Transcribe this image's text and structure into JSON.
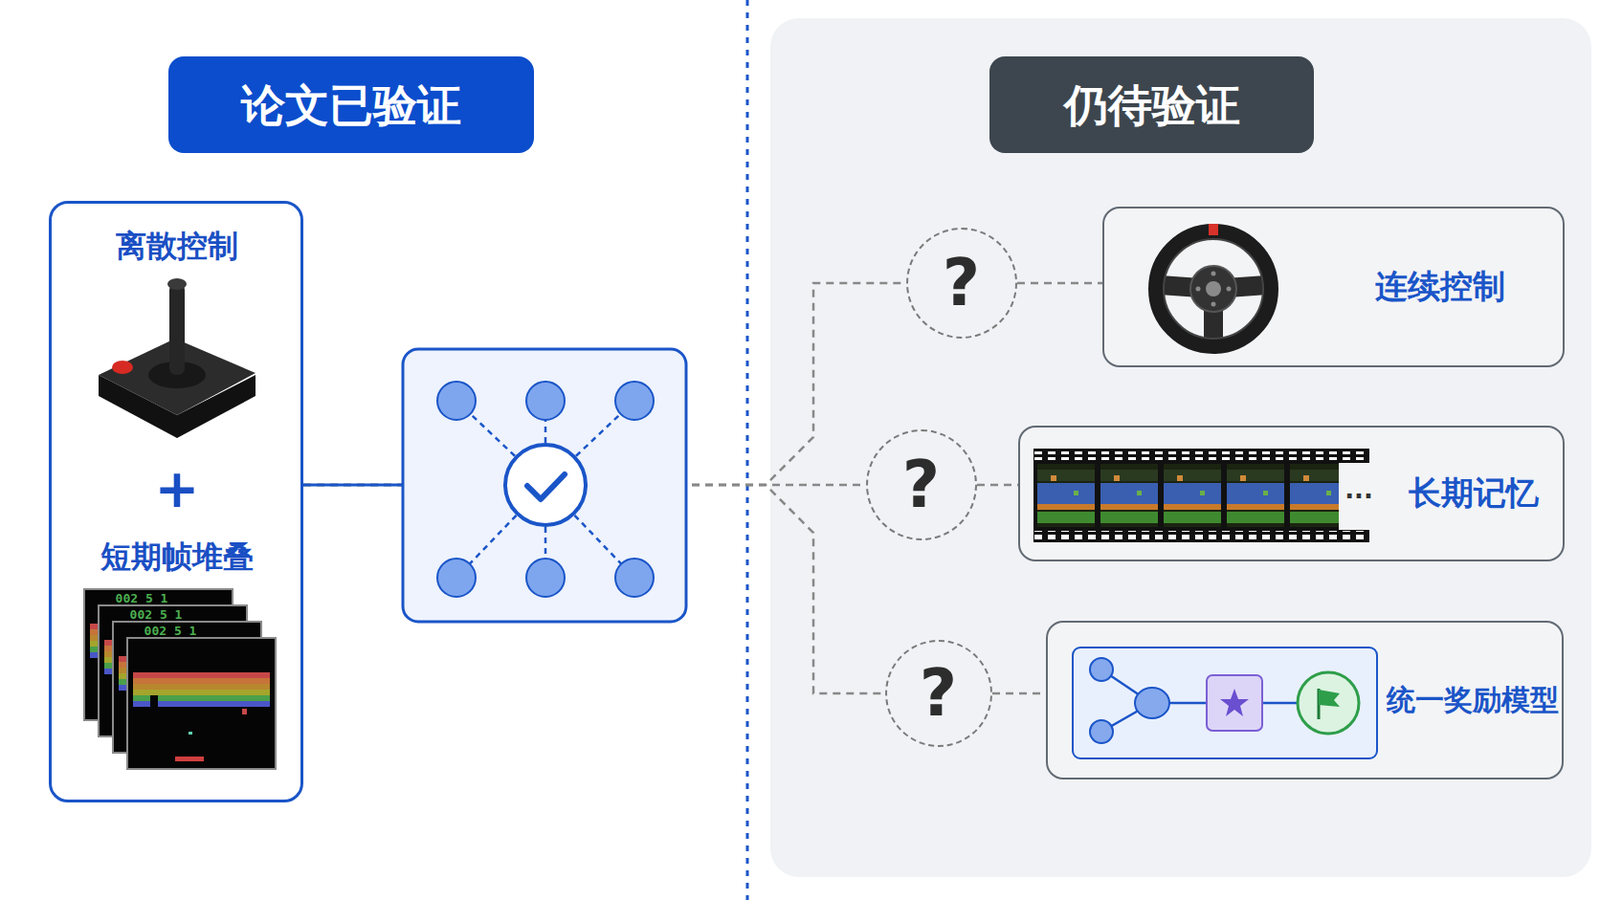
{
  "diagram": {
    "nodes": [
      {
        "text": [
          "论文已验证"
        ]
      },
      {
        "text": [
          "仍待验证"
        ]
      },
      {
        "text": [
          "离散控制",
          "+",
          "短期帧堆叠"
        ]
      },
      {
        "text": [
          "?"
        ]
      },
      {
        "text": [
          "连续控制"
        ]
      },
      {
        "text": [
          "?"
        ]
      },
      {
        "text": [
          "长期记忆"
        ]
      },
      {
        "text": [
          "?"
        ]
      },
      {
        "text": [
          "统一奖励模型"
        ]
      }
    ],
    "edges": [
      {
        "from": 2,
        "to": 3,
        "arrow": "none"
      },
      {
        "from": 3,
        "to": 4,
        "arrow": "none"
      },
      {
        "from": 2,
        "to": 5,
        "arrow": "none"
      },
      {
        "from": 5,
        "to": 6,
        "arrow": "none"
      },
      {
        "from": 2,
        "to": 7,
        "arrow": "none"
      },
      {
        "from": 7,
        "to": 8,
        "arrow": "none"
      }
    ],
    "labels": [
      "002 5 1",
      "002 5 1",
      "002 5 1",
      "..."
    ]
  }
}
